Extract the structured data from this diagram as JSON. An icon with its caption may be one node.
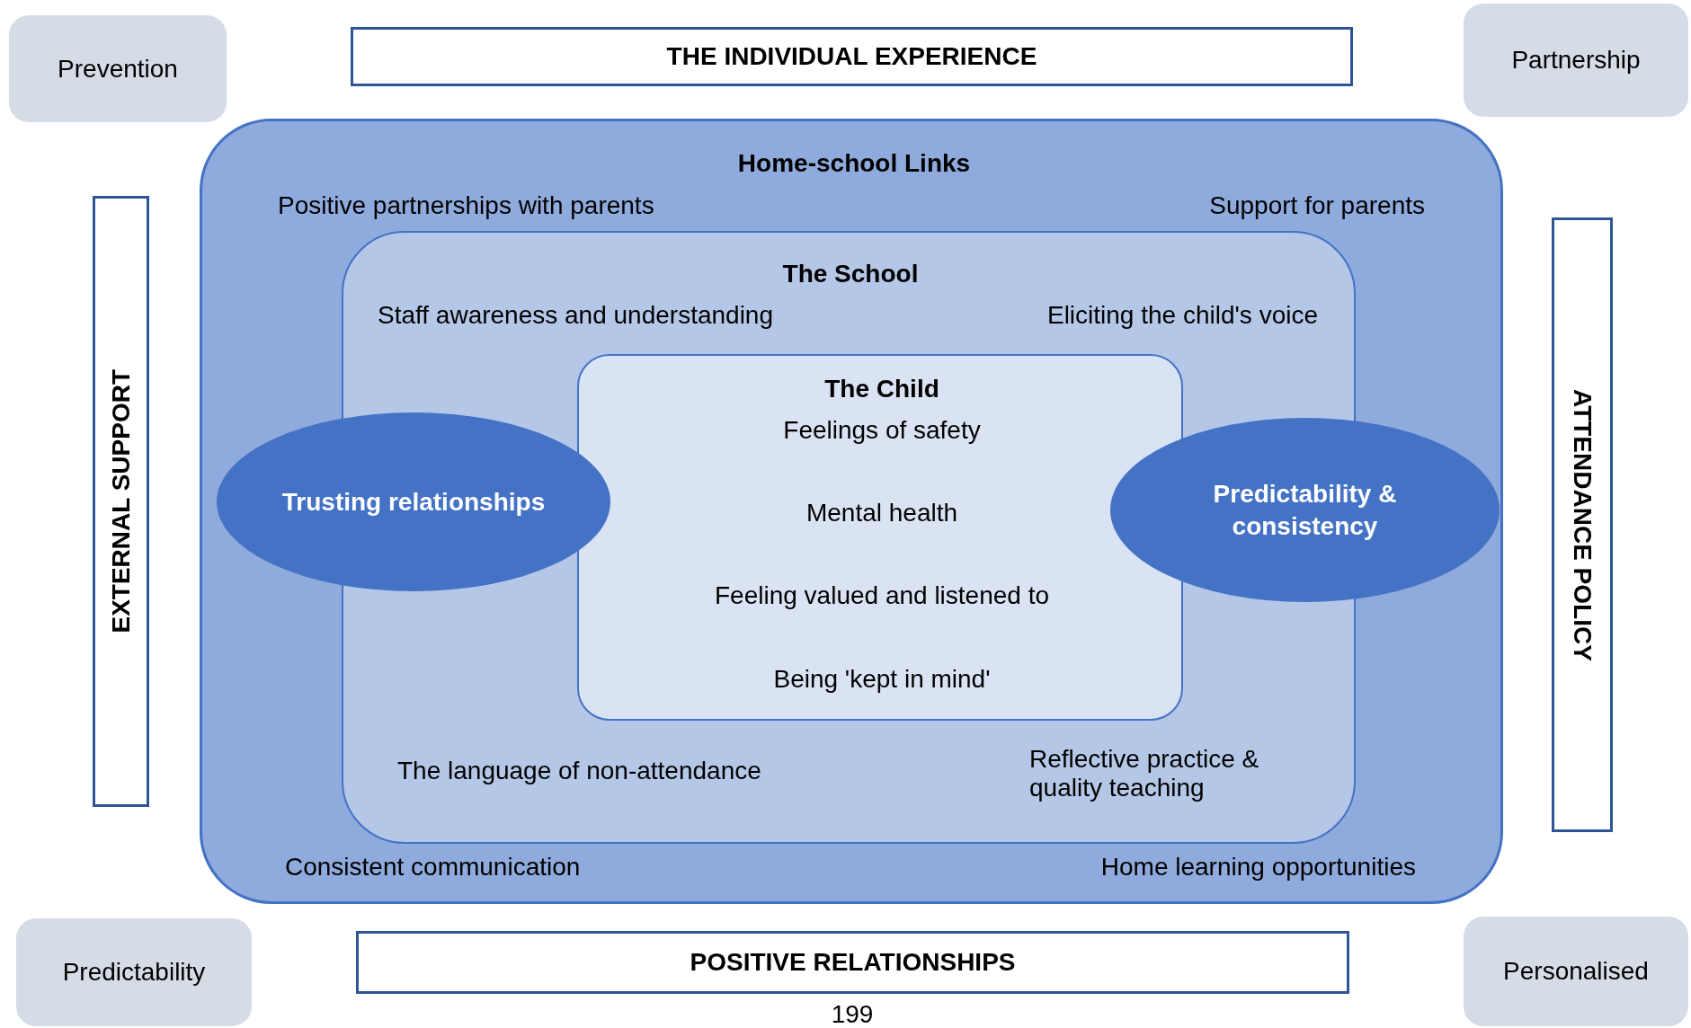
{
  "diagram": {
    "nodes": [
      {
        "text": [
          "Prevention"
        ]
      },
      {
        "text": [
          "THE INDIVIDUAL EXPERIENCE"
        ]
      },
      {
        "text": [
          "Partnership"
        ]
      },
      {
        "text": [
          "EXTERNAL SUPPORT"
        ]
      },
      {
        "text": [
          "Home-school Links",
          "Positive partnerships with parents",
          "Support for parents",
          "Consistent communication",
          "Home learning opportunities"
        ]
      },
      {
        "text": [
          "The School",
          "Staff awareness and understanding",
          "Eliciting the child's voice",
          "The language of non-attendance",
          "Reflective practice & quality teaching"
        ],
        "in": 4
      },
      {
        "text": [
          "The Child",
          "Feelings of safety",
          "Mental health",
          "Feeling valued and listened to",
          "Being 'kept in mind'"
        ],
        "in": 5
      },
      {
        "text": [
          "Trusting relationships"
        ],
        "in": 4
      },
      {
        "text": [
          "Predictability & consistency"
        ],
        "in": 4
      },
      {
        "text": [
          "ATTENDANCE POLICY"
        ]
      },
      {
        "text": [
          "Predictability"
        ]
      },
      {
        "text": [
          "POSITIVE RELATIONSHIPS"
        ]
      },
      {
        "text": [
          "Personalised"
        ]
      }
    ],
    "labels": [
      "199"
    ]
  }
}
